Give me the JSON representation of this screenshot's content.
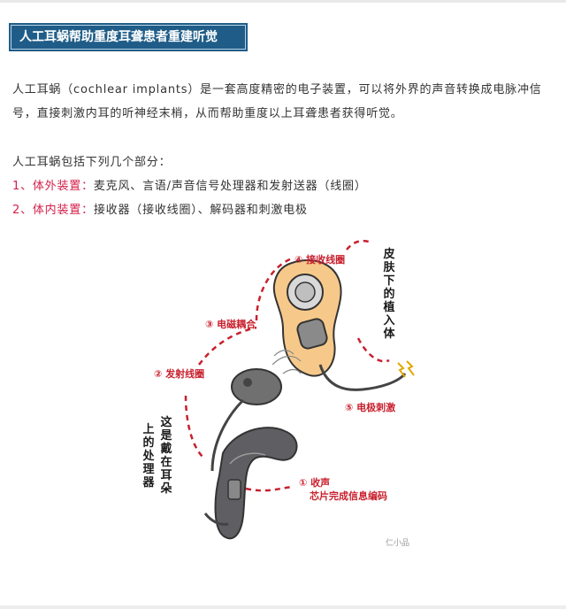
{
  "title": "人工耳蜗帮助重度耳聋患者重建听觉",
  "paragraph": "人工耳蜗（cochlear implants）是一套高度精密的电子装置，可以将外界的声音转换成电脉冲信号，直接刺激内耳的听神经末梢，从而帮助重度以上耳聋患者获得听觉。",
  "intro": "人工耳蜗包括下列几个部分：",
  "parts": [
    {
      "prefix": "1、体外装置：",
      "text": "麦克风、言语/声音信号处理器和发射送器（线圈）"
    },
    {
      "prefix": "2、体内装置：",
      "text": "接收器（接收线圈）、解码器和刺激电极"
    }
  ],
  "figure": {
    "labels": {
      "l1": "① 收声",
      "l1b": "芯片完成信息编码",
      "l2": "② 发射线圈",
      "l3": "③ 电磁耦合",
      "l4": "④ 接收线圈",
      "l5": "⑤ 电极刺激"
    },
    "vertical_implant": "皮肤下的植入体",
    "vertical_processor_a": "这是戴在耳朵",
    "vertical_processor_b": "上的处理器"
  },
  "watermark": "仁小品",
  "colors": {
    "title_bg": "#1f5d88",
    "accent_red": "#d4204a",
    "body_text": "#333333"
  }
}
